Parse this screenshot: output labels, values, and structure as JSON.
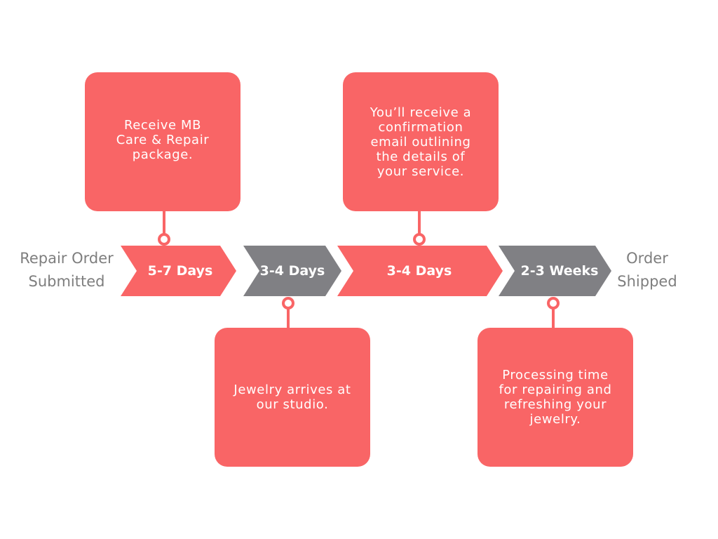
{
  "start_label_line1": "Repair Order",
  "start_label_line2": "Submitted",
  "end_label_line1": "Order",
  "end_label_line2": "Shipped",
  "colors": {
    "accent": "#f96566",
    "neutral": "#808084",
    "text_muted": "#7e7e7e",
    "box_text": "#ffffff"
  },
  "stages": [
    {
      "label": "5-7 Days",
      "color": "accent"
    },
    {
      "label": "3-4 Days",
      "color": "neutral"
    },
    {
      "label": "3-4 Days",
      "color": "accent"
    },
    {
      "label": "2-3 Weeks",
      "color": "neutral"
    }
  ],
  "notes": [
    {
      "text": "Receive MB Care & Repair package."
    },
    {
      "text": "Jewelry arrives at our studio."
    },
    {
      "text": "You’ll receive a confirmation email outlining the details of your service."
    },
    {
      "text": "Processing time for repairing and refreshing your jewelry."
    }
  ]
}
